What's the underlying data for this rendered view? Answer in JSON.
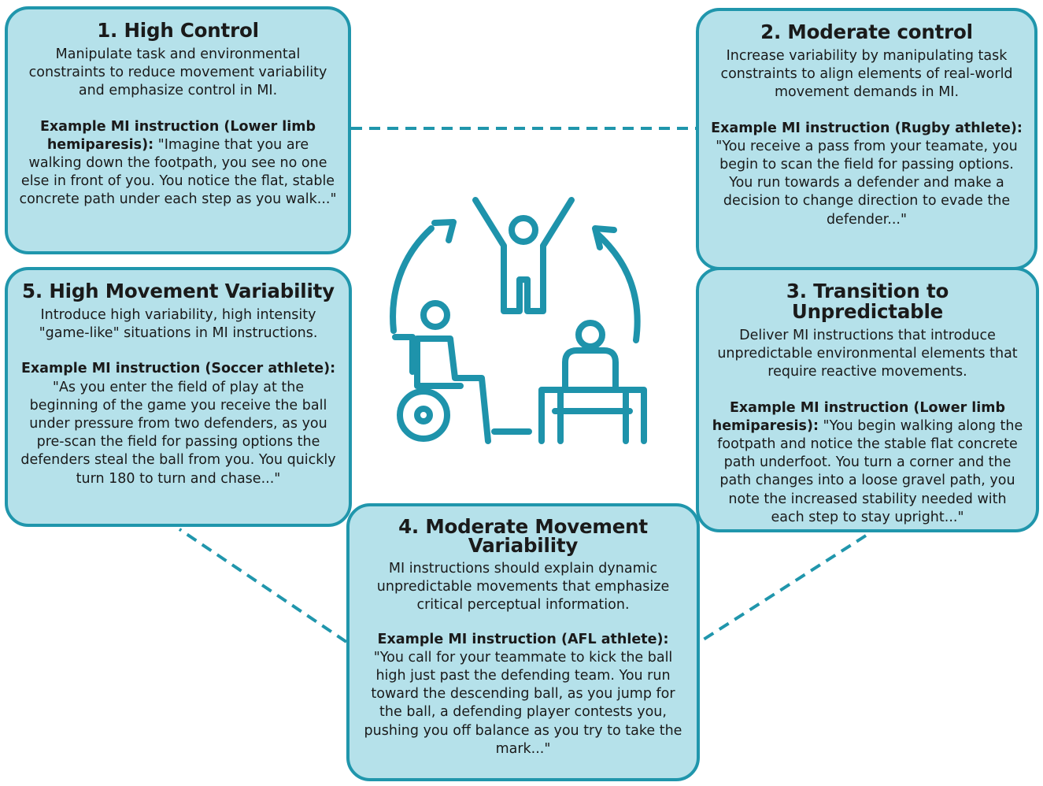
{
  "stages": [
    {
      "title": "1. High Control",
      "description": "Manipulate task and environmental constraints to reduce movement variability and emphasize control in MI.",
      "example_label": "Example MI instruction (Lower limb hemiparesis):",
      "example_text": " \"Imagine that you are walking down the footpath, you see no one else in front of you. You notice the flat, stable concrete path under each step as you walk...\""
    },
    {
      "title": "2. Moderate control",
      "description": "Increase variability by manipulating task constraints to align elements of real-world movement demands in MI.",
      "example_label": "Example MI instruction (Rugby athlete):",
      "example_text": " \"You receive a pass from your teamate, you begin to scan the field for passing options. You run towards a defender and make a decision to change direction to evade the defender...\""
    },
    {
      "title": "3. Transition to Unpredictable",
      "description": "Deliver MI instructions that introduce unpredictable environmental elements that require reactive movements.",
      "example_label": "Example MI instruction (Lower limb hemiparesis):",
      "example_text": " \"You begin walking along the footpath and notice the stable flat concrete path underfoot. You turn a corner and the path changes into a loose gravel path, you note the increased stability needed with each step to stay upright...\""
    },
    {
      "title": "4. Moderate Movement Variability",
      "description": "MI instructions should explain dynamic unpredictable movements that emphasize critical perceptual information.",
      "example_label": "Example  MI instruction (AFL athlete):",
      "example_text": " \"You call for your teammate to kick the ball high just past the defending team. You run toward the descending ball, as you jump for the ball, a defending player contests you, pushing you off balance as you try to take the mark...\""
    },
    {
      "title": "5. High Movement Variability",
      "description": "Introduce high variability, high intensity \"game-like\" situations in MI instructions.",
      "example_label": "Example MI instruction (Soccer athlete):",
      "example_text": " \"As you enter the field of play at the beginning of the game you receive the ball under pressure from two defenders, as you pre-scan the field for passing options the defenders steal the ball from you. You quickly turn 180 to turn and chase...\""
    }
  ],
  "colors": {
    "box_fill": "#b5e1ea",
    "box_border": "#2096ac",
    "icon": "#1e93ab"
  },
  "icon": "rehabilitation-cycle-icon"
}
